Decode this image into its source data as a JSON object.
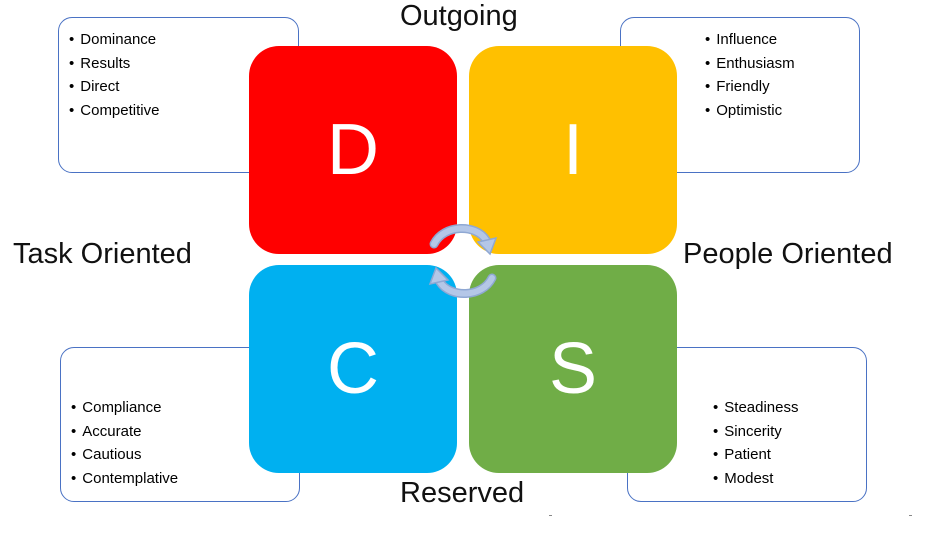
{
  "axes": {
    "top": "Outgoing",
    "bottom": "Reserved",
    "left": "Task Oriented",
    "right": "People Oriented"
  },
  "quadrants": [
    {
      "letter": "D",
      "color": "#ff0000"
    },
    {
      "letter": "I",
      "color": "#ffc000"
    },
    {
      "letter": "C",
      "color": "#00b0f0"
    },
    {
      "letter": "S",
      "color": "#70ad47"
    }
  ],
  "traits": {
    "top_left": [
      "Dominance",
      "Results",
      "Direct",
      "Competitive"
    ],
    "top_right": [
      "Influence",
      "Enthusiasm",
      "Friendly",
      "Optimistic"
    ],
    "bottom_left": [
      "Compliance",
      "Accurate",
      "Cautious",
      "Contemplative"
    ],
    "bottom_right": [
      "Steadiness",
      "Sincerity",
      "Patient",
      "Modest"
    ]
  },
  "icons": {
    "center": "cycle-arrows-icon"
  },
  "colors": {
    "box_border": "#4a72c4",
    "arrow_fill": "#b4c7e7",
    "arrow_stroke": "#8fa8d3"
  }
}
